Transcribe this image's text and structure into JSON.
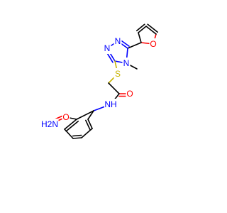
{
  "colors": {
    "bond": "#000000",
    "oxygen": "#ff0000",
    "nitrogen": "#0000ff",
    "sulfur": "#c8b400",
    "background": "#ffffff"
  },
  "atoms": {
    "furan_o": "O",
    "triazole_n1": "N",
    "triazole_n2": "N",
    "triazole_n4": "N",
    "sulfur": "S",
    "amide_o": "O",
    "amide_nh": "NH",
    "carboxamide_o": "O",
    "carboxamide_nh2": "H2N"
  }
}
